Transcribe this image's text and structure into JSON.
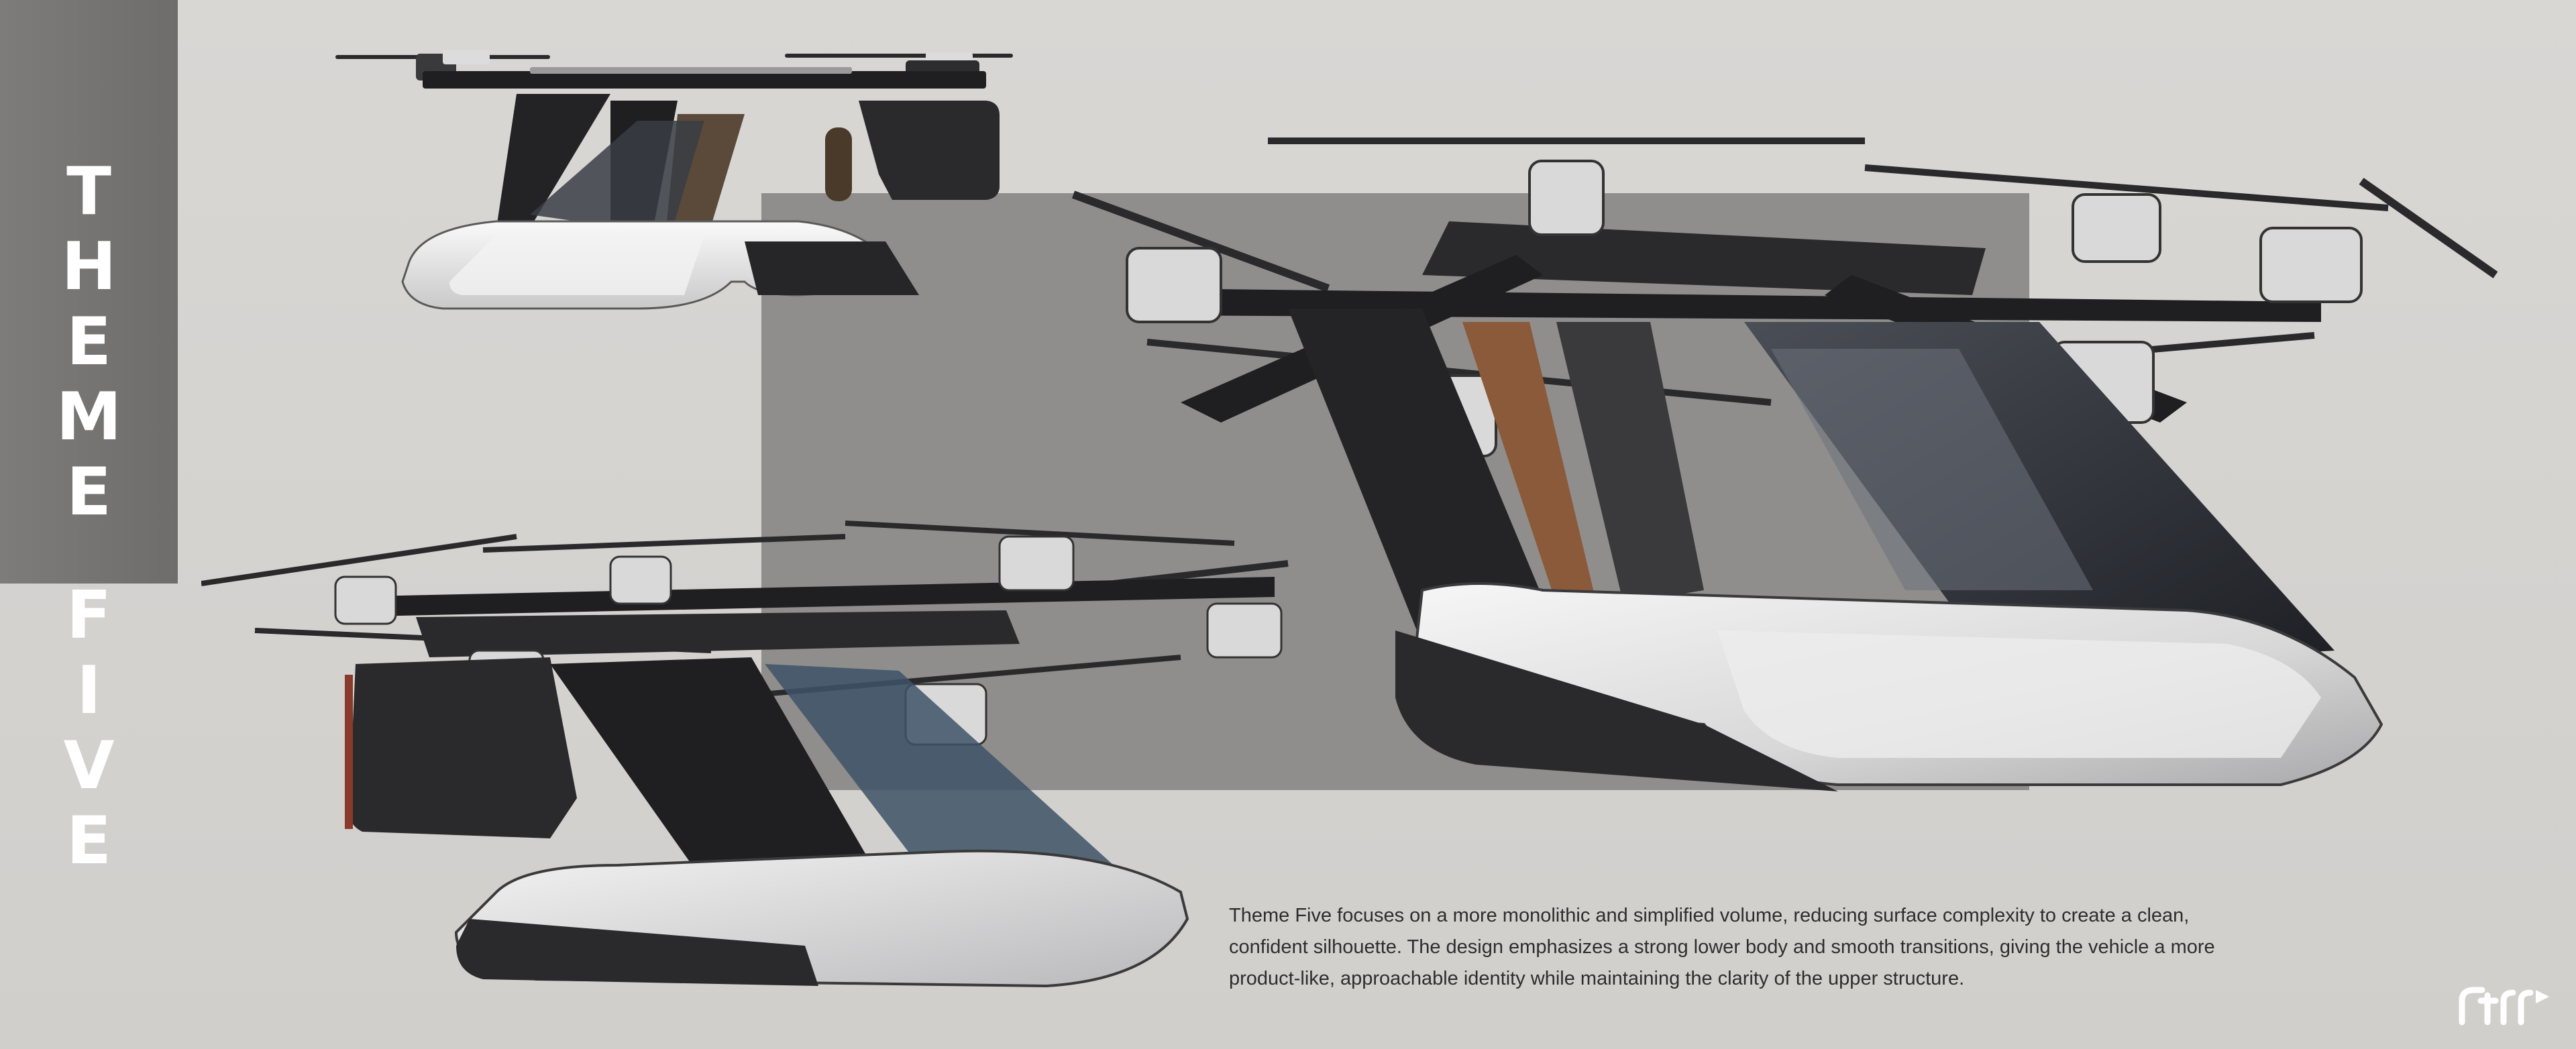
{
  "sheet": {
    "title_letters": [
      "T",
      "H",
      "E",
      "M",
      "E",
      "F",
      "I",
      "V",
      "E"
    ],
    "caption_lines": [
      "Theme Five focuses on a more monolithic and simplified volume, reducing surface complexity to create a clean,",
      "confident silhouette. The design emphasizes a strong lower body and smooth transitions, giving the vehicle a more",
      "product-like, approachable identity while maintaining the clarity of the upper structure."
    ],
    "colors": {
      "background": "#d6d4d1",
      "sidebar": "#747371",
      "panel": "#8f8e8c",
      "body_silver": "#e8e8e8",
      "frame_dark": "#1f1f21",
      "accent_copper": "#c98a5a"
    },
    "images": {
      "side_view": "drone-side-view-render",
      "front_three_quarter": "drone-front-three-quarter-render",
      "rear_three_quarter": "drone-rear-three-quarter-render"
    },
    "logo_icon": "brand-logo-icon"
  }
}
